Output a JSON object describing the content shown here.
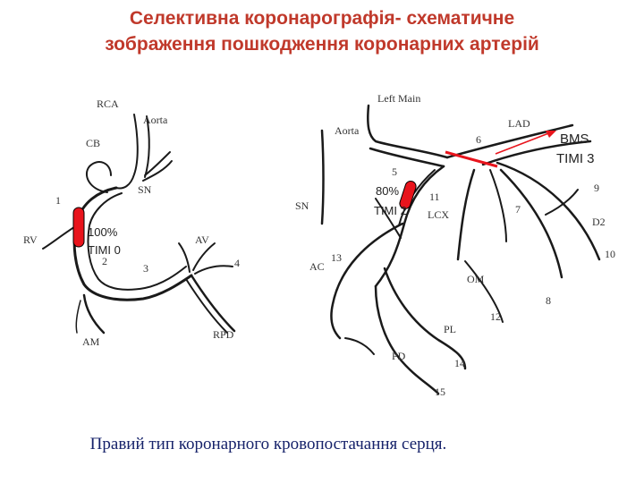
{
  "title": {
    "line1": "Селективна коронарографія- схематичне",
    "line2": "зображення пошкодження коронарних артерій"
  },
  "caption": "Правий тип коронарного кровопостачання серця.",
  "right_coronary": {
    "labels": {
      "rca": "RCA",
      "aorta": "Aorta",
      "cb": "CB",
      "sn": "SN",
      "n1": "1",
      "rv": "RV",
      "n2": "2",
      "n3": "3",
      "av": "AV",
      "n4": "4",
      "am": "AM",
      "rpd": "RPD"
    },
    "lesion": {
      "percent": "100%",
      "timi": "TIMI 0",
      "color": "#e8141c"
    }
  },
  "left_coronary": {
    "labels": {
      "left_main": "Left Main",
      "aorta": "Aorta",
      "lad": "LAD",
      "n6": "6",
      "n5": "5",
      "n9": "9",
      "sn": "SN",
      "n11": "11",
      "lcx": "LCX",
      "n7": "7",
      "d2": "D2",
      "n13": "13",
      "ac": "AC",
      "n10": "10",
      "om": "OM",
      "n8": "8",
      "n12": "12",
      "pl": "PL",
      "pd": "PD",
      "n14": "14",
      "n15": "15"
    },
    "lesion": {
      "percent": "80%",
      "timi": "TIMI 2",
      "color": "#e8141c"
    },
    "stent": {
      "label": "BMS",
      "timi": "TIMI 3",
      "color": "#e8141c"
    }
  }
}
